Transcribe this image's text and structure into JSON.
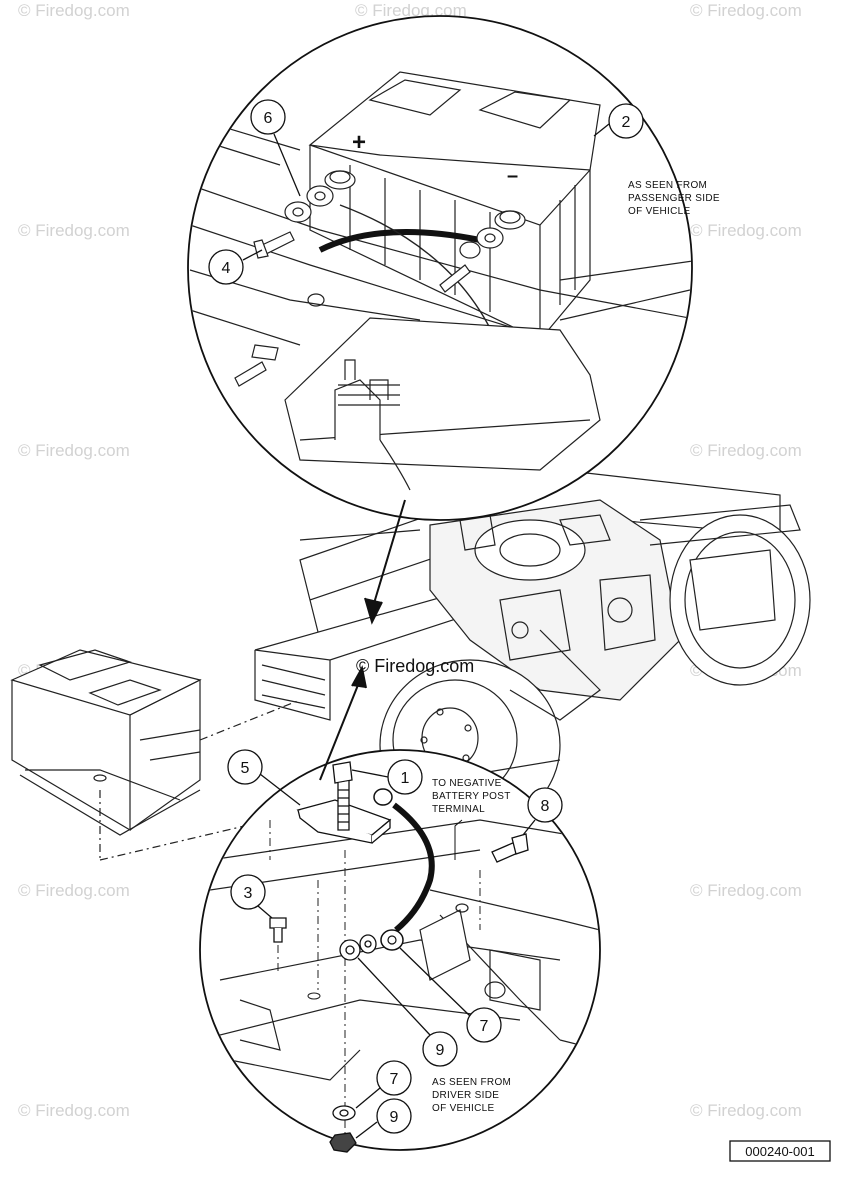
{
  "watermark": {
    "text": "© Firedog.com"
  },
  "center_watermark": "© Firedog.com",
  "callouts_top": [
    {
      "id": "callout-6",
      "label": "6"
    },
    {
      "id": "callout-2",
      "label": "2"
    },
    {
      "id": "callout-4",
      "label": "4"
    }
  ],
  "callouts_bottom": [
    {
      "id": "callout-5",
      "label": "5"
    },
    {
      "id": "callout-1",
      "label": "1"
    },
    {
      "id": "callout-8",
      "label": "8"
    },
    {
      "id": "callout-3",
      "label": "3"
    },
    {
      "id": "callout-7a",
      "label": "7"
    },
    {
      "id": "callout-9a",
      "label": "9"
    },
    {
      "id": "callout-7b",
      "label": "7"
    },
    {
      "id": "callout-9b",
      "label": "9"
    }
  ],
  "battery_marks": {
    "positive": "+",
    "negative": "–"
  },
  "notes": {
    "passenger": [
      "AS SEEN FROM",
      "PASSENGER SIDE",
      "OF VEHICLE"
    ],
    "negative_terminal": [
      "TO NEGATIVE",
      "BATTERY POST",
      "TERMINAL"
    ],
    "driver": [
      "AS SEEN FROM",
      "DRIVER SIDE",
      "OF VEHICLE"
    ]
  },
  "part_number": "000240-001"
}
